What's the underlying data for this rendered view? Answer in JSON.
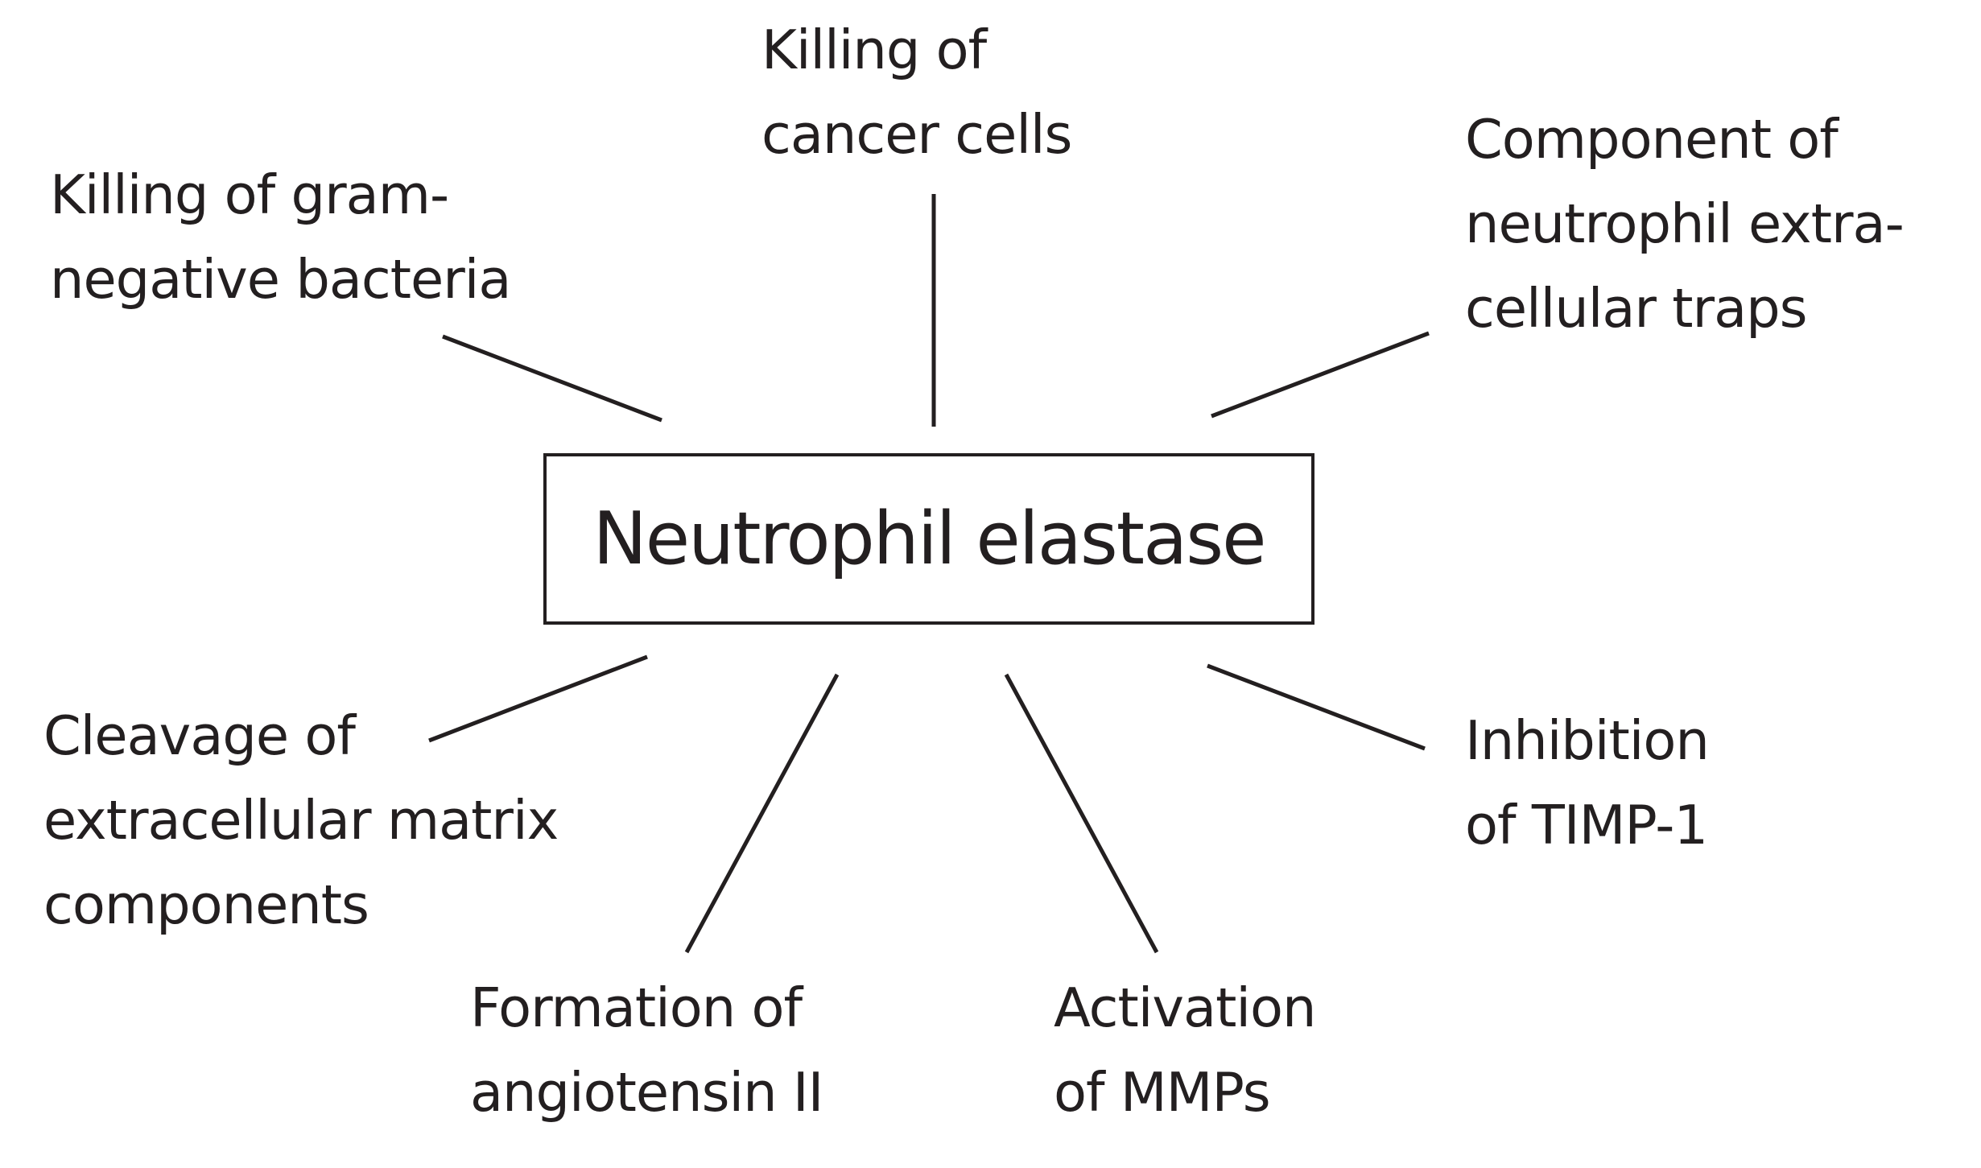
{
  "center": {
    "label": "Neutrophil elastase"
  },
  "functions": {
    "top_left": {
      "line1": "Killing of gram-",
      "line2": "negative bacteria"
    },
    "top_center": {
      "line1": "Killing of",
      "line2": "cancer cells"
    },
    "top_right": {
      "line1": "Component of",
      "line2": "neutrophil extra-",
      "line3": "cellular traps"
    },
    "bottom_left": {
      "line1": "Cleavage of",
      "line2": "extracellular matrix",
      "line3": "components"
    },
    "bottom_center_left": {
      "line1": "Formation of",
      "line2": "angiotensin II"
    },
    "bottom_center_right": {
      "line1": "Activation",
      "line2": "of MMPs"
    },
    "bottom_right": {
      "line1": "Inhibition",
      "line2": "of TIMP-1"
    }
  },
  "colors": {
    "ink": "#231f20",
    "background": "#ffffff"
  }
}
